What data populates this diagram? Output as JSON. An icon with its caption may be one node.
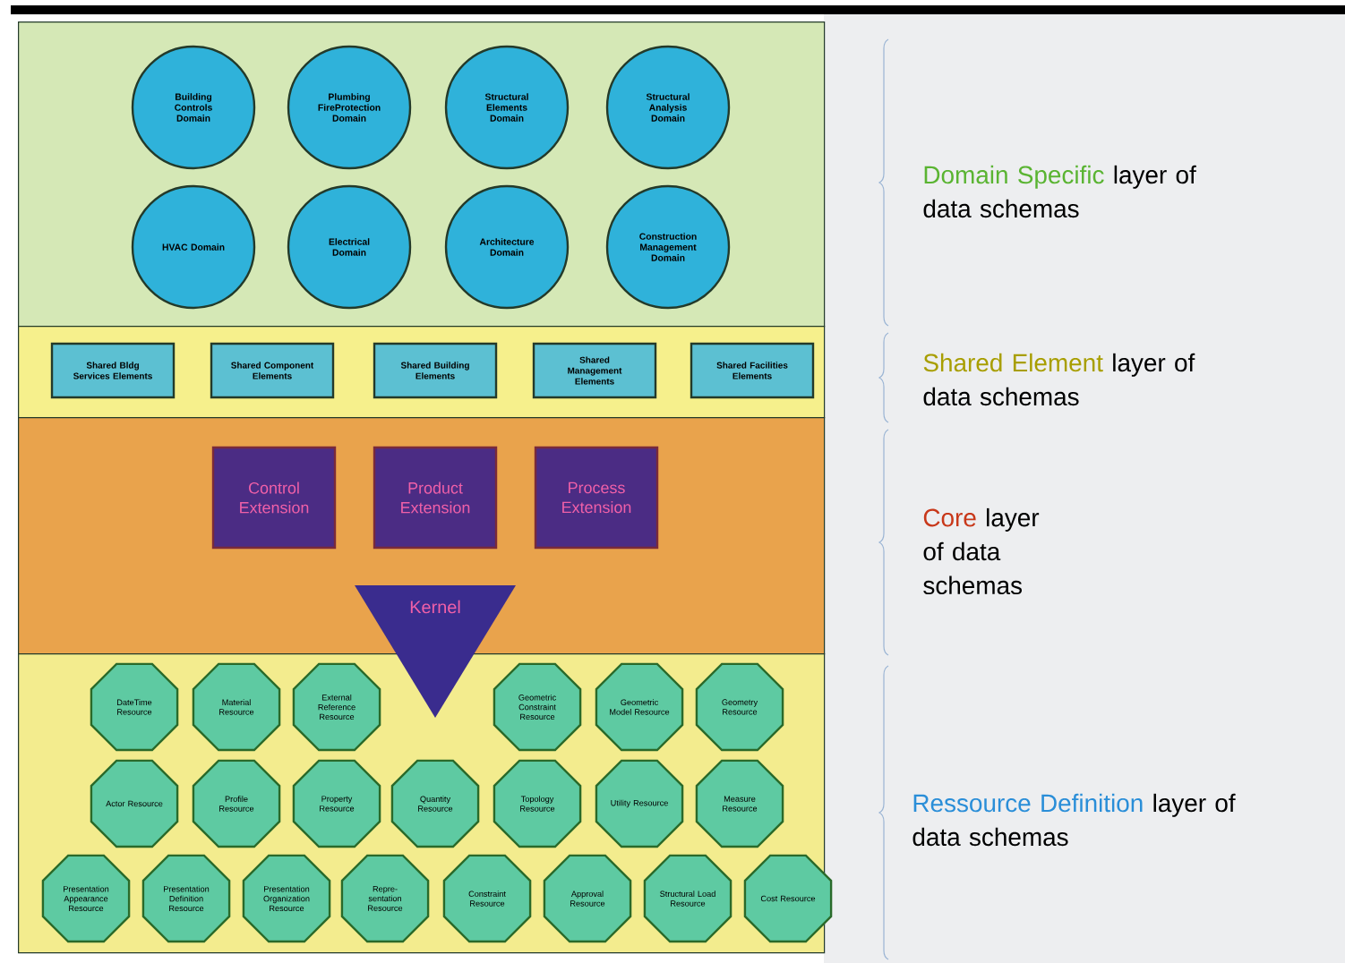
{
  "diagram": {
    "nodes": [
      {
        "text": [],
        "shape": "band",
        "beside": [
          "Domain Specific",
          "layer of data schemas"
        ]
      },
      {
        "text": [
          "Building Controls Domain"
        ],
        "in": 0
      },
      {
        "text": [
          "Plumbing FireProtection Domain"
        ],
        "in": 0
      },
      {
        "text": [
          "Structural Elements Domain"
        ],
        "in": 0
      },
      {
        "text": [
          "Structural Analysis Domain"
        ],
        "in": 0
      },
      {
        "text": [
          "HVAC Domain"
        ],
        "in": 0
      },
      {
        "text": [
          "Electrical Domain"
        ],
        "in": 0
      },
      {
        "text": [
          "Architecture Domain"
        ],
        "in": 0
      },
      {
        "text": [
          "Construction Management Domain"
        ],
        "in": 0
      },
      {
        "text": [],
        "shape": "band",
        "beside": [
          "Shared Element",
          "layer of data schemas"
        ]
      },
      {
        "text": [
          "Shared Bldg Services Elements"
        ],
        "in": 9
      },
      {
        "text": [
          "Shared Component Elements"
        ],
        "in": 9
      },
      {
        "text": [
          "Shared Building Elements"
        ],
        "in": 9
      },
      {
        "text": [
          "Shared Management Elements"
        ],
        "in": 9
      },
      {
        "text": [
          "Shared Facilities Elements"
        ],
        "in": 9
      },
      {
        "text": [],
        "shape": "band",
        "beside": [
          "Core",
          "layer of data schemas"
        ]
      },
      {
        "text": [
          "Control Extension"
        ],
        "in": 15
      },
      {
        "text": [
          "Product Extension"
        ],
        "in": 15
      },
      {
        "text": [
          "Process Extension"
        ],
        "in": 15
      },
      {
        "text": [
          "Kernel"
        ]
      },
      {
        "text": [],
        "shape": "band",
        "beside": [
          "Ressource Definition",
          "layer of data schemas"
        ]
      },
      {
        "text": [
          "DateTime Resource"
        ],
        "in": 20
      },
      {
        "text": [
          "Material Resource"
        ],
        "in": 20
      },
      {
        "text": [
          "External Reference Resource"
        ],
        "in": 20
      },
      {
        "text": [
          "Geometric Constraint Resource"
        ],
        "in": 20
      },
      {
        "text": [
          "Geometric Model Resource"
        ],
        "in": 20
      },
      {
        "text": [
          "Geometry Resource"
        ],
        "in": 20
      },
      {
        "text": [
          "Actor Resource"
        ],
        "in": 20
      },
      {
        "text": [
          "Profile Resource"
        ],
        "in": 20
      },
      {
        "text": [
          "Property Resource"
        ],
        "in": 20
      },
      {
        "text": [
          "Quantity Resource"
        ],
        "in": 20
      },
      {
        "text": [
          "Topology Resource"
        ],
        "in": 20
      },
      {
        "text": [
          "Utility Resource"
        ],
        "in": 20
      },
      {
        "text": [
          "Measure Resource"
        ],
        "in": 20
      },
      {
        "text": [
          "Presentation Appearance Resource"
        ],
        "in": 20
      },
      {
        "text": [
          "Presentation Definition Resource"
        ],
        "in": 20
      },
      {
        "text": [
          "Presentation Organization Resource"
        ],
        "in": 20
      },
      {
        "text": [
          "Repre- sentation Resource"
        ],
        "in": 20
      },
      {
        "text": [
          "Constraint Resource"
        ],
        "in": 20
      },
      {
        "text": [
          "Approval Resource"
        ],
        "in": 20
      },
      {
        "text": [
          "Structural Load Resource"
        ],
        "in": 20
      },
      {
        "text": [
          "Cost Resource"
        ],
        "in": 20
      }
    ]
  }
}
